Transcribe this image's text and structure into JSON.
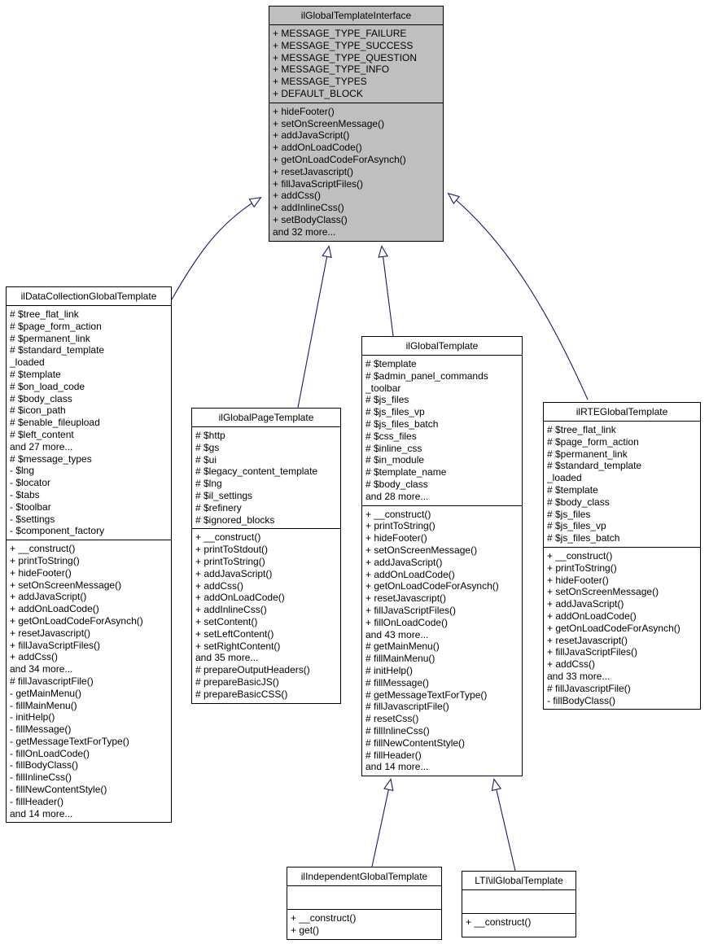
{
  "diagram": {
    "title": "ilGlobalTemplateInterface inheritance diagram",
    "background_color": "#ffffff",
    "arrow_color": "#191970",
    "highlight_fill": "#bfbfbf",
    "box_fill": "#ffffff",
    "border_color": "#000000"
  },
  "classes": [
    {
      "name": "ilGlobalTemplateInterface",
      "highlighted": true,
      "fields": [
        "+ MESSAGE_TYPE_FAILURE",
        "+ MESSAGE_TYPE_SUCCESS",
        "+ MESSAGE_TYPE_QUESTION",
        "+ MESSAGE_TYPE_INFO",
        "+ MESSAGE_TYPES",
        "+ DEFAULT_BLOCK"
      ],
      "methods": [
        "+ hideFooter()",
        "+ setOnScreenMessage()",
        "+ addJavaScript()",
        "+ addOnLoadCode()",
        "+ getOnLoadCodeForAsynch()",
        "+ resetJavascript()",
        "+ fillJavaScriptFiles()",
        "+ addCss()",
        "+ addInlineCss()",
        "+ setBodyClass()",
        "and 32 more..."
      ]
    },
    {
      "name": "ilDataCollectionGlobalTemplate",
      "highlighted": false,
      "fields": [
        "# $tree_flat_link",
        "# $page_form_action",
        "# $permanent_link",
        "# $standard_template",
        "_loaded",
        "# $template",
        "# $on_load_code",
        "# $body_class",
        "# $icon_path",
        "# $enable_fileupload",
        "# $left_content",
        "and 27 more...",
        "# $message_types",
        "- $lng",
        "- $locator",
        "- $tabs",
        "- $toolbar",
        "- $settings",
        "- $component_factory"
      ],
      "methods": [
        "+ __construct()",
        "+ printToString()",
        "+ hideFooter()",
        "+ setOnScreenMessage()",
        "+ addJavaScript()",
        "+ addOnLoadCode()",
        "+ getOnLoadCodeForAsynch()",
        "+ resetJavascript()",
        "+ fillJavaScriptFiles()",
        "+ addCss()",
        "and 34 more...",
        "# fillJavascriptFile()",
        "- getMainMenu()",
        "- fillMainMenu()",
        "- initHelp()",
        "- fillMessage()",
        "- getMessageTextForType()",
        "- fillOnLoadCode()",
        "- fillBodyClass()",
        "- fillInlineCss()",
        "- fillNewContentStyle()",
        "- fillHeader()",
        "and 14 more..."
      ]
    },
    {
      "name": "ilGlobalPageTemplate",
      "highlighted": false,
      "fields": [
        "# $http",
        "# $gs",
        "# $ui",
        "# $legacy_content_template",
        "# $lng",
        "# $il_settings",
        "# $refinery",
        "# $ignored_blocks"
      ],
      "methods": [
        "+ __construct()",
        "+ printToStdout()",
        "+ printToString()",
        "+ addJavaScript()",
        "+ addCss()",
        "+ addOnLoadCode()",
        "+ addInlineCss()",
        "+ setContent()",
        "+ setLeftContent()",
        "+ setRightContent()",
        "and 35 more...",
        "# prepareOutputHeaders()",
        "# prepareBasicJS()",
        "# prepareBasicCSS()"
      ]
    },
    {
      "name": "ilGlobalTemplate",
      "highlighted": false,
      "fields": [
        "# $template",
        "# $admin_panel_commands",
        "_toolbar",
        "# $js_files",
        "# $js_files_vp",
        "# $js_files_batch",
        "# $css_files",
        "# $inline_css",
        "# $in_module",
        "# $template_name",
        "# $body_class",
        "and 28 more..."
      ],
      "methods": [
        "+ __construct()",
        "+ printToString()",
        "+ hideFooter()",
        "+ setOnScreenMessage()",
        "+ addJavaScript()",
        "+ addOnLoadCode()",
        "+ getOnLoadCodeForAsynch()",
        "+ resetJavascript()",
        "+ fillJavaScriptFiles()",
        "+ fillOnLoadCode()",
        "and 43 more...",
        "# getMainMenu()",
        "# fillMainMenu()",
        "# initHelp()",
        "# fillMessage()",
        "# getMessageTextForType()",
        "# fillJavascriptFile()",
        "# resetCss()",
        "# fillInlineCss()",
        "# fillNewContentStyle()",
        "# fillHeader()",
        "and 14 more..."
      ]
    },
    {
      "name": "ilRTEGlobalTemplate",
      "highlighted": false,
      "fields": [
        "# $tree_flat_link",
        "# $page_form_action",
        "# $permanent_link",
        "# $standard_template",
        "_loaded",
        "# $template",
        "# $body_class",
        "# $js_files",
        "# $js_files_vp",
        "# $js_files_batch"
      ],
      "methods": [
        "+ __construct()",
        "+ printToString()",
        "+ hideFooter()",
        "+ setOnScreenMessage()",
        "+ addJavaScript()",
        "+ addOnLoadCode()",
        "+ getOnLoadCodeForAsynch()",
        "+ resetJavascript()",
        "+ fillJavaScriptFiles()",
        "+ addCss()",
        "and 33 more...",
        "# fillJavascriptFile()",
        "- fillBodyClass()"
      ]
    },
    {
      "name": "ilIndependentGlobalTemplate",
      "highlighted": false,
      "fields": [],
      "methods": [
        "+ __construct()",
        "+ get()"
      ]
    },
    {
      "name": "LTI\\ilGlobalTemplate",
      "highlighted": false,
      "fields": [],
      "methods": [
        "+ __construct()"
      ]
    }
  ],
  "relations": [
    {
      "type": "inheritance",
      "from": "ilDataCollectionGlobalTemplate",
      "to": "ilGlobalTemplateInterface"
    },
    {
      "type": "inheritance",
      "from": "ilGlobalPageTemplate",
      "to": "ilGlobalTemplateInterface"
    },
    {
      "type": "inheritance",
      "from": "ilGlobalTemplate",
      "to": "ilGlobalTemplateInterface"
    },
    {
      "type": "inheritance",
      "from": "ilRTEGlobalTemplate",
      "to": "ilGlobalTemplateInterface"
    },
    {
      "type": "inheritance",
      "from": "ilIndependentGlobalTemplate",
      "to": "ilGlobalTemplate"
    },
    {
      "type": "inheritance",
      "from": "LTI\\ilGlobalTemplate",
      "to": "ilGlobalTemplate"
    }
  ]
}
